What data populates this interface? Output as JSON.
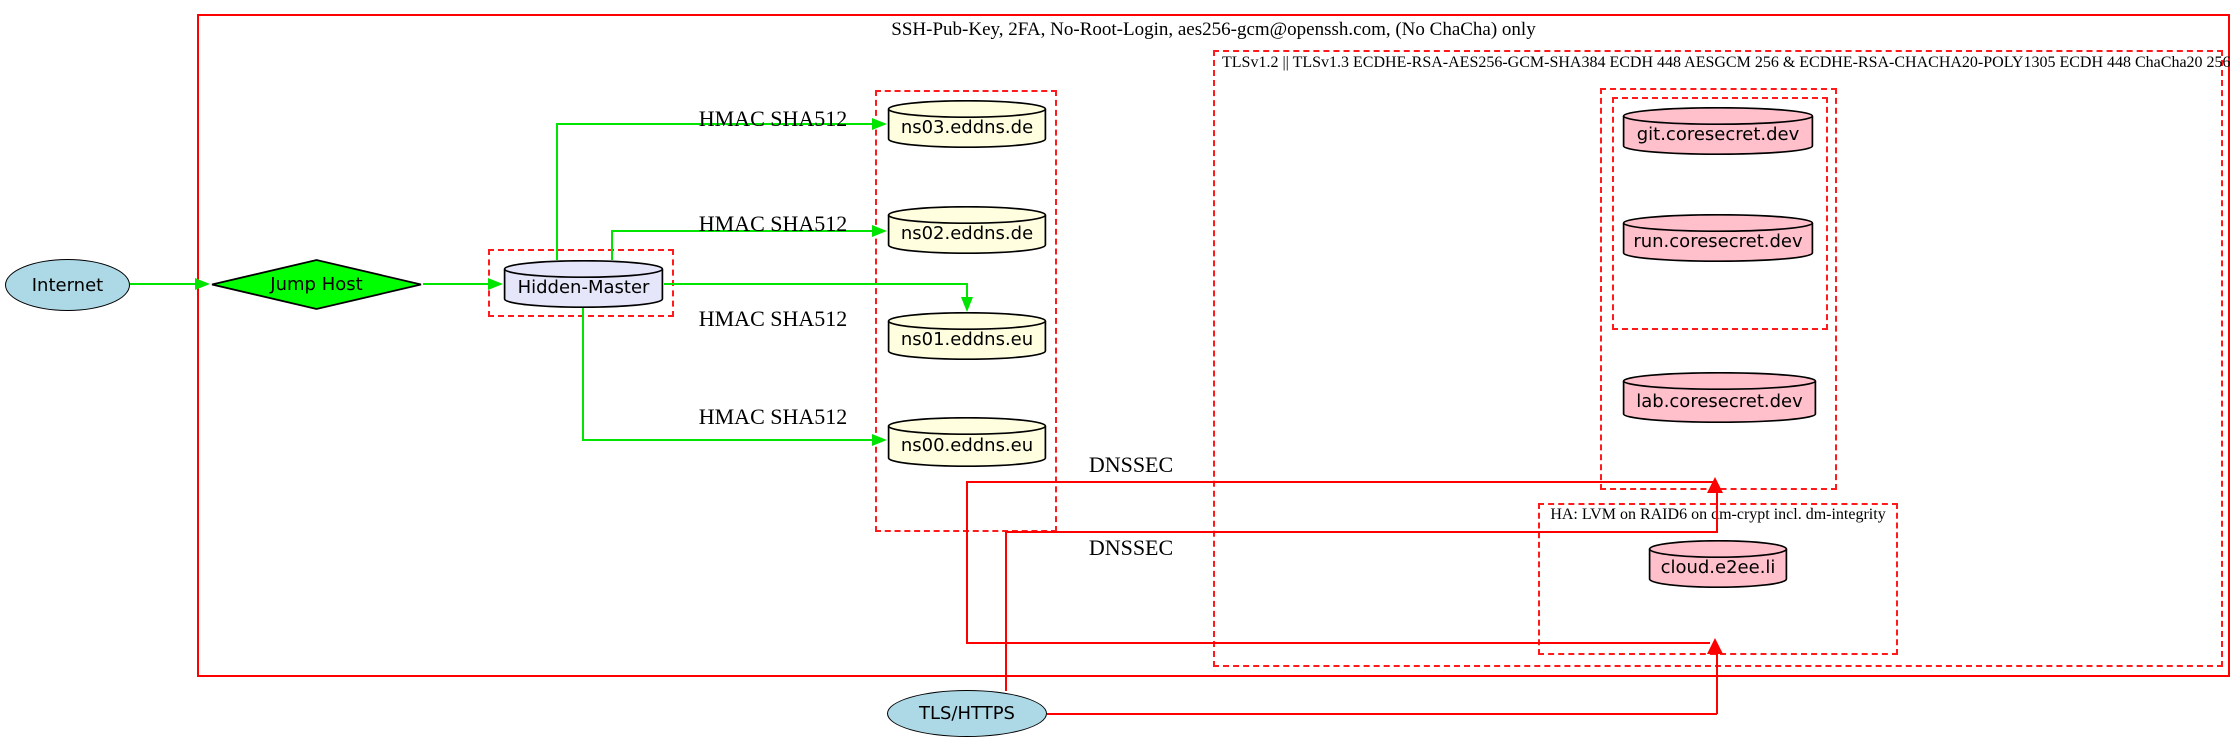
{
  "colors": {
    "cluster_border_red": "#ff0000",
    "edge_green": "#00e400",
    "edge_red": "#ff0000",
    "node_lightblue": "#add8e6",
    "node_green": "#00ff00",
    "node_lavender": "#e6e6fa",
    "node_lightyellow": "#ffffe0",
    "node_pink": "#ffc0cb"
  },
  "cluster_labels": {
    "ssh": "SSH-Pub-Key, 2FA, No-Root-Login, aes256-gcm@openssh.com, (No ChaCha) only",
    "tls": "TLSv1.2 || TLSv1.3 ECDHE-RSA-AES256-GCM-SHA384 ECDH 448 AESGCM 256 & ECDHE-RSA-CHACHA20-POLY1305 ECDH 448 ChaCha20 256",
    "ha": "HA: LVM on RAID6 on dm-crypt incl. dm-integrity"
  },
  "edge_labels": {
    "hmac": "HMAC SHA512",
    "dnssec": "DNSSEC"
  },
  "nodes": {
    "internet": "Internet",
    "jump_host": "Jump Host",
    "hidden_master": "Hidden-Master",
    "ns03": "ns03.eddns.de",
    "ns02": "ns02.eddns.de",
    "ns01": "ns01.eddns.eu",
    "ns00": "ns00.eddns.eu",
    "git": "git.coresecret.dev",
    "run": "run.coresecret.dev",
    "lab": "lab.coresecret.dev",
    "cloud": "cloud.e2ee.li",
    "tls_https": "TLS/HTTPS"
  }
}
